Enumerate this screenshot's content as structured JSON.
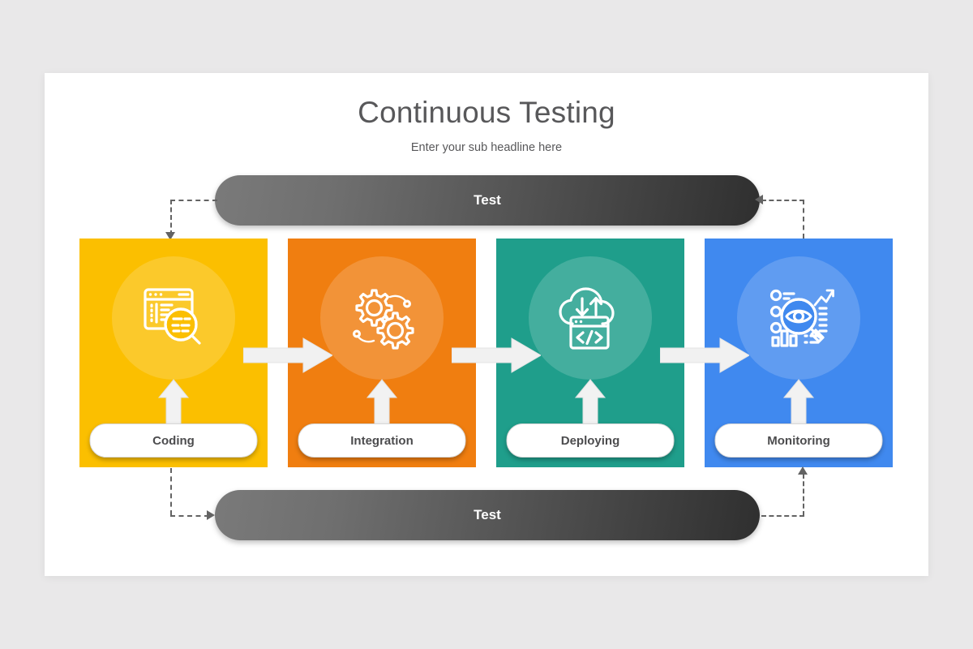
{
  "slide": {
    "title": "Continuous Testing",
    "subtitle": "Enter your sub headline here",
    "background_color": "#e9e8e9",
    "surface_color": "#ffffff"
  },
  "test_bars": [
    {
      "label": "Test",
      "position": "top"
    },
    {
      "label": "Test",
      "position": "bottom"
    }
  ],
  "steps": [
    {
      "label": "Coding",
      "color": "#fbbf00",
      "icon": "code-window-magnifier-icon"
    },
    {
      "label": "Integration",
      "color": "#f07e10",
      "icon": "gears-icon"
    },
    {
      "label": "Deploying",
      "color": "#1f9e8b",
      "icon": "cloud-code-upload-download-icon"
    },
    {
      "label": "Monitoring",
      "color": "#4089ef",
      "icon": "eye-analytics-magnifier-icon"
    }
  ],
  "connectors": {
    "dash_color": "#636363",
    "step_arrow_color": "#f0f0f0"
  }
}
